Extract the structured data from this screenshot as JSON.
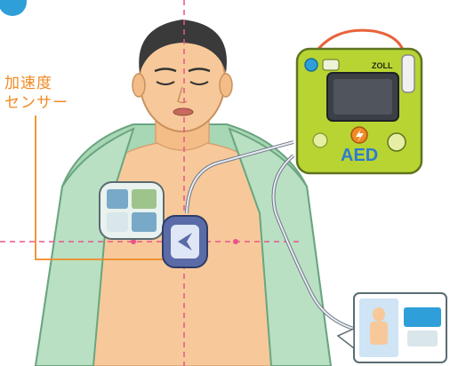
{
  "callout": {
    "line1": "加速度",
    "line2": "センサー"
  },
  "aed": {
    "brand": "ZOLL",
    "label": "AED"
  },
  "colors": {
    "guide_line": "#e8548a",
    "callout": "#f08a24",
    "aed_body": "#b8d432",
    "skin": "#f7c99a",
    "shirt": "#a7d7b5"
  }
}
